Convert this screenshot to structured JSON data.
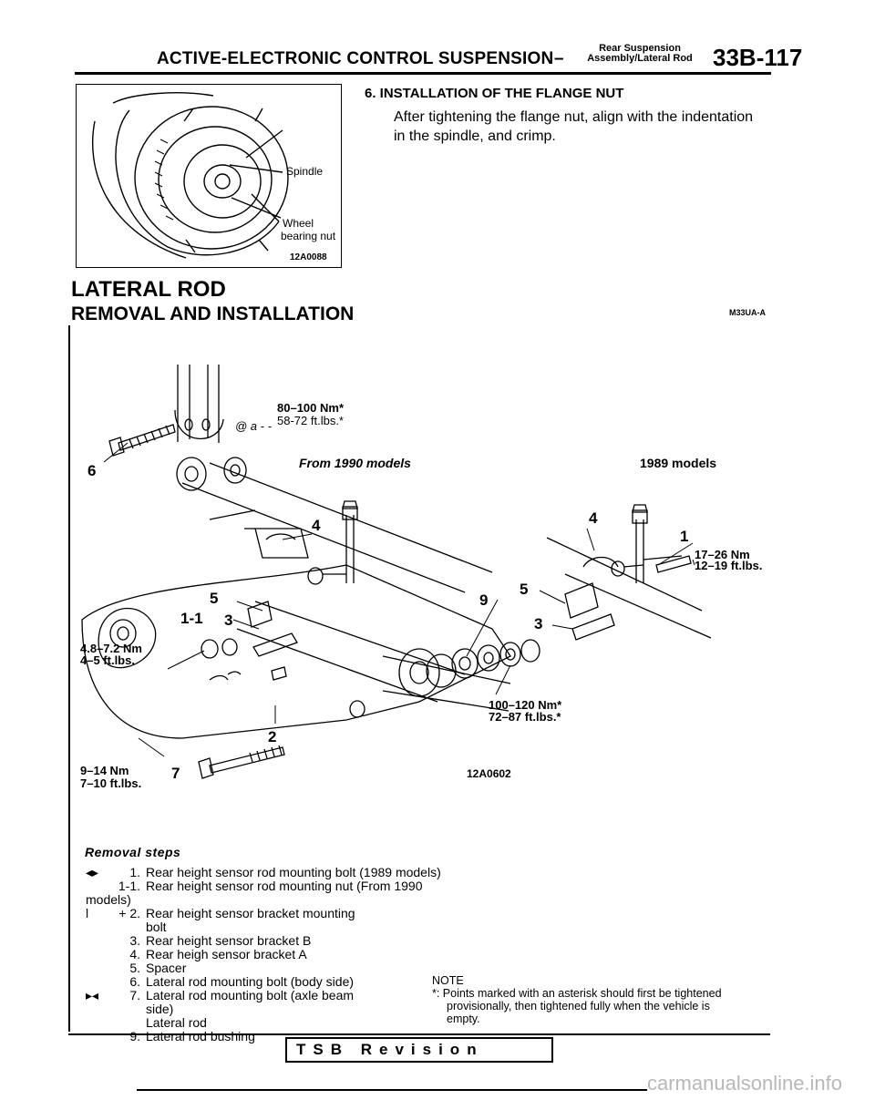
{
  "header": {
    "title": "ACTIVE-ELECTRONIC CONTROL SUSPENSION",
    "dash": "–",
    "subtitle_line1": "Rear Suspension",
    "subtitle_line2": "Assembly/Lateral Rod",
    "page_number": "33B-117"
  },
  "flange_section": {
    "heading": "6. INSTALLATION OF THE FLANGE NUT",
    "text_line1": "After tightening the flange nut, align with the indentation",
    "text_line2": "in the spindle, and crimp.",
    "figure_labels": {
      "spindle": "Spindle",
      "wheel": "Wheel",
      "bearing_nut": "bearing nut",
      "figure_id": "12A0088"
    }
  },
  "lateral_rod": {
    "title": "LATERAL ROD",
    "subtitle": "REMOVAL AND INSTALLATION",
    "code": "M33UA-A"
  },
  "diagram": {
    "torque_top_nm": "80–100 Nm*",
    "torque_top_ft": "58-72 ft.lbs.*",
    "mark_top": "@ a - -",
    "from_1990": "From 1990 models",
    "models_1989": "1989 models",
    "torque_right_nm": "17–26 Nm",
    "torque_right_ft": "12–19 ft.lbs.",
    "torque_left_nm": "4.8–7.2 Nm",
    "torque_left_ft": "4–5 ft.lbs.",
    "torque_center_nm": "100–120 Nm*",
    "torque_center_ft": "72–87 ft.lbs.*",
    "torque_bottom_nm": "9–14 Nm",
    "torque_bottom_ft": "7–10 ft.lbs.",
    "figure_id": "12A0602",
    "callouts": {
      "c1": "1",
      "c1_1": "1-1",
      "c2": "2",
      "c3a": "3",
      "c3b": "3",
      "c4a": "4",
      "c4b": "4",
      "c5a": "5",
      "c5b": "5",
      "c6": "6",
      "c7": "7",
      "c9": "9"
    }
  },
  "removal": {
    "title": "Removal steps",
    "steps": [
      {
        "mark": "◂▸",
        "num": "1.",
        "text": "Rear height sensor rod mounting bolt (1989 models)"
      },
      {
        "mark": "",
        "num": "1-1.",
        "text": "Rear height sensor rod mounting nut (From 1990 models)"
      },
      {
        "mark": "l",
        "num": "+ 2.",
        "text": "Rear height sensor bracket mounting"
      },
      {
        "mark": "",
        "num": "",
        "text": "bolt"
      },
      {
        "mark": "",
        "num": "3.",
        "text": "Rear height sensor bracket B"
      },
      {
        "mark": "",
        "num": "4.",
        "text": "Rear heigh sensor bracket A"
      },
      {
        "mark": "",
        "num": "5.",
        "text": "Spacer"
      },
      {
        "mark": "",
        "num": "6.",
        "text": "Lateral rod mounting bolt (body side)"
      },
      {
        "mark": "▸◂",
        "num": "7.",
        "text": "Lateral rod mounting bolt (axle beam"
      },
      {
        "mark": "",
        "num": "",
        "text": "side)"
      },
      {
        "mark": "",
        "num": "",
        "text": "Lateral rod"
      },
      {
        "mark": "",
        "num": "9.",
        "text": "Lateral rod bushing"
      }
    ]
  },
  "note": {
    "title": "NOTE",
    "line1": "*: Points marked with an asterisk should first be tightened",
    "line2": "provisionally, then tightened fully when the vehicle is",
    "line3": "empty."
  },
  "footer": {
    "tsb": "TSB Revision",
    "watermark": "carmanualsonline.info"
  }
}
